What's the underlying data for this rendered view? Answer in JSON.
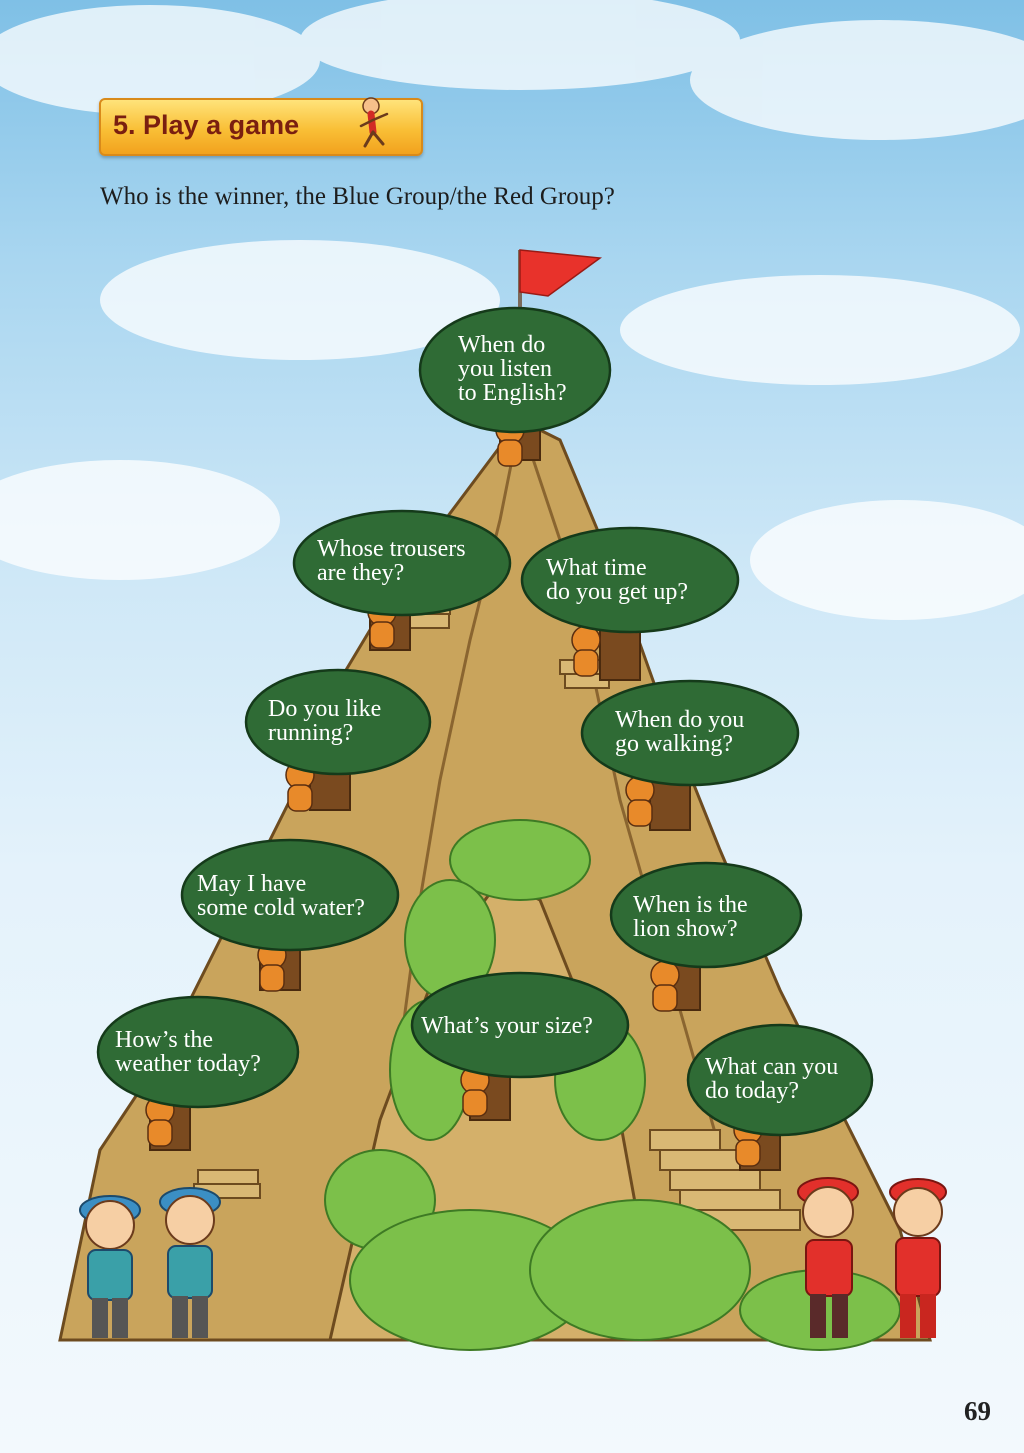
{
  "header": {
    "activity_title": "5. Play a game",
    "question": "Who is the winner, the Blue Group/the Red Group?"
  },
  "bubbles": [
    {
      "text": "When do\nyou listen\nto English?"
    },
    {
      "text": "Whose trousers\nare they?"
    },
    {
      "text": "What time\ndo you get up?"
    },
    {
      "text": "Do you like\nrunning?"
    },
    {
      "text": "When do you\ngo walking?"
    },
    {
      "text": "May I have\nsome cold water?"
    },
    {
      "text": "When is the\nlion show?"
    },
    {
      "text": "What’s your size?"
    },
    {
      "text": "How’s the\nweather today?"
    },
    {
      "text": "What can you\ndo today?"
    }
  ],
  "footer": {
    "page_number": "69"
  },
  "colors": {
    "banner": "#f9bf36",
    "tree": "#2f6b35",
    "mountain": "#c9a45c",
    "flag": "#e8322b",
    "blue_group": "#3b8fc4",
    "red_group": "#e2302b"
  }
}
